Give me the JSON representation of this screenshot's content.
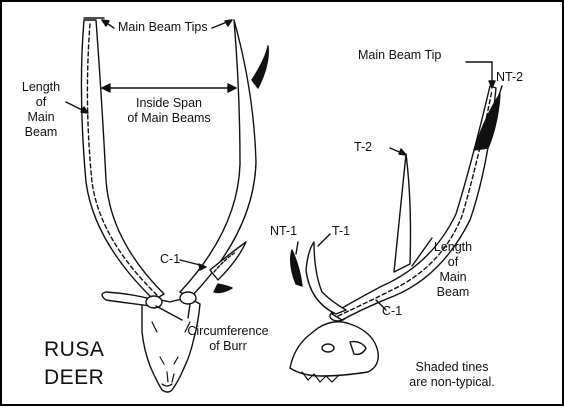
{
  "labels": {
    "main_beam_tips": "Main Beam Tips",
    "length_main_beam_left": [
      "Length",
      "of",
      "Main",
      "Beam"
    ],
    "inside_span": [
      "Inside Span",
      "of Main Beams"
    ],
    "c1_left": "C-1",
    "circumference_burr": [
      "Circumference",
      "of Burr"
    ],
    "main_beam_tip": "Main Beam Tip",
    "nt2": "NT-2",
    "t2": "T-2",
    "nt1": "NT-1",
    "t1": "T-1",
    "length_main_beam_right": [
      "Length",
      "of",
      "Main",
      "Beam"
    ],
    "c1_right": "C-1",
    "title": [
      "RUSA",
      "DEER"
    ],
    "note": [
      "Shaded tines",
      "are non-typical."
    ]
  }
}
